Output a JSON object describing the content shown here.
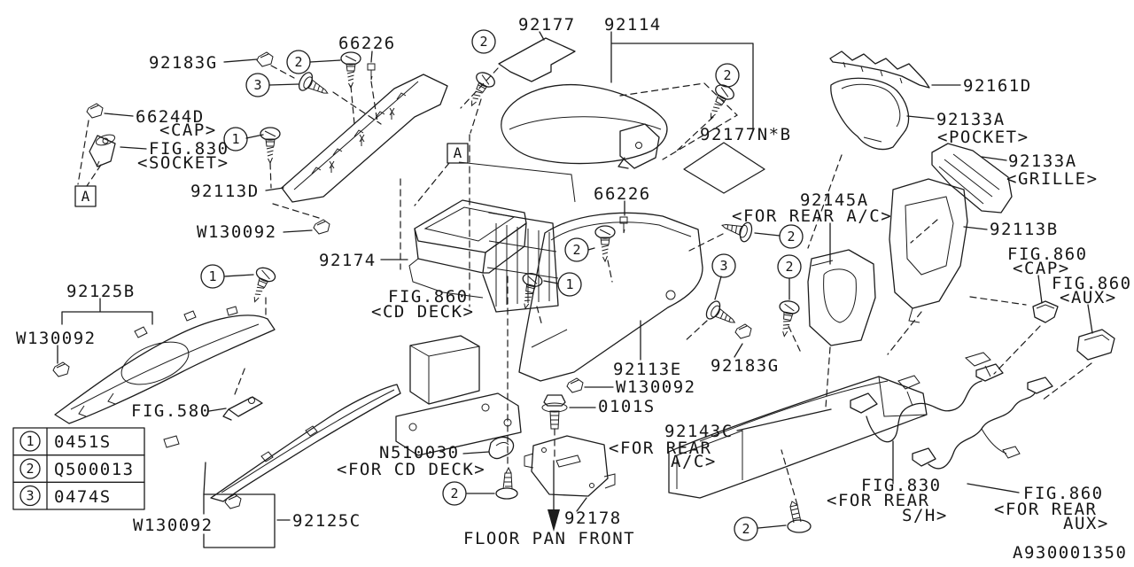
{
  "diagram": {
    "drawing_number": "A930001350",
    "ref_marker": "A",
    "callouts": {
      "c1": "1",
      "c2": "2",
      "c3": "3"
    },
    "legend": {
      "rows": [
        {
          "num": "1",
          "code": "0451S"
        },
        {
          "num": "2",
          "code": "Q500013"
        },
        {
          "num": "3",
          "code": "0474S"
        }
      ]
    },
    "labels": {
      "p92183g": "92183G",
      "p66226": "66226",
      "p66244d": "66244D",
      "cap": "<CAP>",
      "fig830": "FIG.830",
      "socket": "<SOCKET>",
      "p92113d": "92113D",
      "w130092": "W130092",
      "p92174": "92174",
      "p92177": "92177",
      "p92114": "92114",
      "p92177nb": "92177N*B",
      "p92161d": "92161D",
      "p92133a": "92133A",
      "pocket": "<POCKET>",
      "grille": "<GRILLE>",
      "p92145a": "92145A",
      "for_rear_ac": "<FOR REAR A/C>",
      "p92113b": "92113B",
      "fig860": "FIG.860",
      "aux": "<AUX>",
      "p92125b": "92125B",
      "fig580": "FIG.580",
      "cd_deck": "<CD DECK>",
      "n510030": "N510030",
      "for_cd_deck": "<FOR CD DECK>",
      "p0101s": "0101S",
      "p92113e": "92113E",
      "p92143c": "92143C",
      "for_rear": "<FOR REAR",
      "ac_end": "A/C>",
      "p92178": "92178",
      "floor_pan_front": "FLOOR PAN FRONT",
      "p92125c": "92125C",
      "sh_end": "S/H>",
      "aux_end": "AUX>"
    }
  }
}
